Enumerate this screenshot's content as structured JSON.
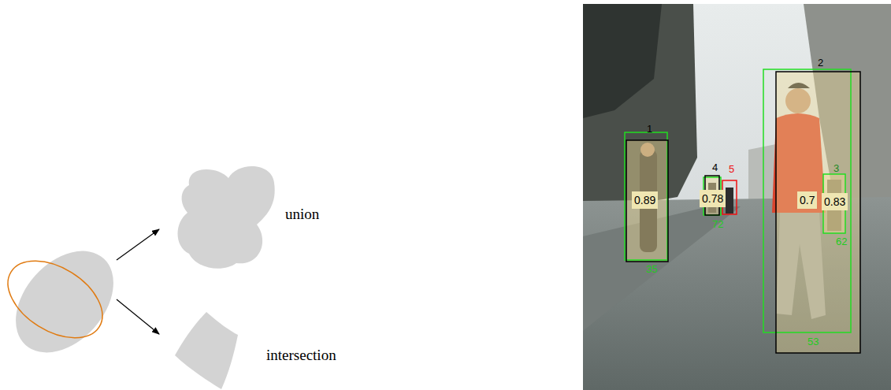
{
  "diagram": {
    "nodes": [
      {
        "text": [
          "0.89"
        ]
      },
      {
        "text": [
          "0.78"
        ]
      },
      {
        "text": [
          "0.7"
        ]
      },
      {
        "text": [
          "0.83"
        ]
      }
    ],
    "labels": [
      "union",
      "intersection",
      "1",
      "35",
      "4",
      "5",
      "72",
      "2",
      "53",
      "3",
      "62"
    ]
  }
}
